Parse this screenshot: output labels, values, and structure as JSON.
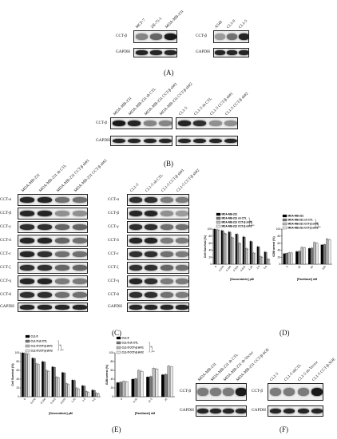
{
  "panels": [
    {
      "id": "A",
      "letter": "(A)",
      "blots": [
        {
          "lanes": [
            "MCF-7",
            "ZR-75-1",
            "MDA-MB-231"
          ],
          "rows": [
            {
              "label": "CCT-β",
              "bands": [
                0.45,
                0.6,
                0.95
              ]
            },
            {
              "label": "GAPDH",
              "bands": [
                0.9,
                0.9,
                0.9
              ]
            }
          ]
        },
        {
          "lanes": [
            "A549",
            "CL1-0",
            "CL1-5"
          ],
          "rows": [
            {
              "label": "CCT-β",
              "bands": [
                0.35,
                0.55,
                0.9
              ]
            },
            {
              "label": "GAPDH",
              "bands": [
                0.9,
                0.9,
                0.9
              ]
            }
          ]
        }
      ]
    },
    {
      "id": "B",
      "letter": "(B)",
      "blots": [
        {
          "lanes": [
            "MDA-MB-231",
            "MDA-MB-231 sh CTL",
            "MDA-MB-231 CCT-β sh#1",
            "MDA-MB-231 CCT-β sh#2"
          ],
          "rows": [
            {
              "label": "CCT-β",
              "bands": [
                0.95,
                0.9,
                0.45,
                0.45
              ]
            },
            {
              "label": "GAPDH",
              "bands": [
                0.9,
                0.9,
                0.9,
                0.9
              ]
            }
          ]
        },
        {
          "lanes": [
            "CL1-5",
            "CL1-5 sh CTL",
            "CL1-5 CCT-β sh#1",
            "CL1-5 CCT-β sh#2"
          ],
          "rows": [
            {
              "label": "CCT-β",
              "bands": [
                0.9,
                0.85,
                0.4,
                0.4
              ]
            },
            {
              "label": "GAPDH",
              "bands": [
                0.9,
                0.9,
                0.9,
                0.9
              ]
            }
          ]
        }
      ]
    },
    {
      "id": "C",
      "letter": "(C)",
      "blots": [
        {
          "lanes": [
            "MDA-MB-231",
            "MDA-MB-231 sh CTL",
            "MDA-MB-231 CCT-β sh#1",
            "MDA-MB-231 CCT-β sh#2"
          ],
          "rows": [
            {
              "label": "CCT-α",
              "bands": [
                0.9,
                0.9,
                0.55,
                0.55
              ]
            },
            {
              "label": "CCT-β",
              "bands": [
                0.9,
                0.9,
                0.4,
                0.4
              ]
            },
            {
              "label": "CCT-γ",
              "bands": [
                0.85,
                0.85,
                0.6,
                0.6
              ]
            },
            {
              "label": "CCT-δ",
              "bands": [
                0.9,
                0.9,
                0.6,
                0.55
              ]
            },
            {
              "label": "CCT-ε",
              "bands": [
                0.9,
                0.85,
                0.55,
                0.55
              ]
            },
            {
              "label": "CCT-ζ",
              "bands": [
                0.85,
                0.85,
                0.6,
                0.6
              ]
            },
            {
              "label": "CCT-η",
              "bands": [
                0.9,
                0.9,
                0.5,
                0.5
              ]
            },
            {
              "label": "CCT-θ",
              "bands": [
                0.85,
                0.85,
                0.55,
                0.55
              ]
            },
            {
              "label": "GAPDH",
              "bands": [
                0.9,
                0.9,
                0.9,
                0.9
              ]
            }
          ]
        },
        {
          "lanes": [
            "CL1-5",
            "CL1-5 sh CTL",
            "CL1-5 CCT-β sh#1",
            "CL1-5 CCT-β sh#2"
          ],
          "rows": [
            {
              "label": "CCT-α",
              "bands": [
                0.85,
                0.85,
                0.5,
                0.5
              ]
            },
            {
              "label": "CCT-β",
              "bands": [
                0.9,
                0.9,
                0.4,
                0.35
              ]
            },
            {
              "label": "CCT-γ",
              "bands": [
                0.85,
                0.85,
                0.55,
                0.55
              ]
            },
            {
              "label": "CCT-δ",
              "bands": [
                0.9,
                0.9,
                0.5,
                0.5
              ]
            },
            {
              "label": "CCT-ε",
              "bands": [
                0.85,
                0.85,
                0.55,
                0.5
              ]
            },
            {
              "label": "CCT-ζ",
              "bands": [
                0.85,
                0.85,
                0.6,
                0.55
              ]
            },
            {
              "label": "CCT-η",
              "bands": [
                0.9,
                0.85,
                0.5,
                0.5
              ]
            },
            {
              "label": "CCT-θ",
              "bands": [
                0.85,
                0.85,
                0.55,
                0.5
              ]
            },
            {
              "label": "GAPDH",
              "bands": [
                0.9,
                0.9,
                0.9,
                0.9
              ]
            }
          ]
        }
      ]
    },
    {
      "id": "F",
      "letter": "(F)",
      "blots": [
        {
          "lanes": [
            "MDA-MB-231",
            "MDA-MB-231 sh CTL",
            "MDA-MB-231 sh-Vector",
            "MDA-MB-231 CCT-β-SOE"
          ],
          "rows": [
            {
              "label": "CCT-β",
              "bands": [
                0.5,
                0.5,
                0.5,
                0.95
              ]
            },
            {
              "label": "GAPDH",
              "bands": [
                0.9,
                0.9,
                0.9,
                0.9
              ]
            }
          ]
        },
        {
          "lanes": [
            "CL1-5",
            "CL1-5 shCTL",
            "CL1-5 sh-Vector",
            "CL1-5 CCT-β-SOE"
          ],
          "rows": [
            {
              "label": "CCT-β",
              "bands": [
                0.5,
                0.5,
                0.5,
                0.95
              ]
            },
            {
              "label": "GAPDH",
              "bands": [
                0.9,
                0.9,
                0.9,
                0.9
              ]
            }
          ]
        }
      ]
    }
  ],
  "letters": {
    "D": "(D)",
    "E": "(E)"
  },
  "chart_data": [
    {
      "id": "D-survival",
      "type": "bar",
      "ylabel": "Cell Survival (%)",
      "xlabel": "[Doxorubicin] μM",
      "categories": [
        "0",
        "0.078",
        "0.156",
        "0.313",
        "0.625",
        "1.25",
        "2.5",
        "5.0"
      ],
      "ylim": [
        0,
        100
      ],
      "yticks": [
        0,
        20,
        40,
        60,
        80,
        100
      ],
      "series": [
        {
          "name": "MDA-MB-231",
          "values": [
            100,
            96,
            92,
            86,
            78,
            65,
            50,
            35
          ],
          "color": "#000000"
        },
        {
          "name": "MDA-MB-231 sh CTL",
          "values": [
            99,
            95,
            91,
            85,
            77,
            64,
            49,
            34
          ],
          "color": "#7a7a7a"
        },
        {
          "name": "MDA-MB-231 CCT-β sh#1",
          "values": [
            98,
            88,
            76,
            60,
            45,
            32,
            22,
            15
          ],
          "color": "#bcbcbc"
        },
        {
          "name": "MDA-MB-231 CCT-β sh#2",
          "values": [
            97,
            86,
            74,
            58,
            43,
            30,
            20,
            13
          ],
          "color": "#e8e8e8"
        }
      ],
      "significance": [
        "**",
        "**"
      ]
    },
    {
      "id": "D-g2m",
      "type": "bar",
      "ylabel": "G2M arrest (%)",
      "xlabel": "[Paclitaxel] nM",
      "categories": [
        "0",
        "25",
        "50",
        "100"
      ],
      "ylim": [
        0,
        100
      ],
      "yticks": [
        0,
        20,
        40,
        60,
        80,
        100
      ],
      "series": [
        {
          "name": "MDA-MB-231",
          "values": [
            30,
            36,
            45,
            55
          ],
          "color": "#000000"
        },
        {
          "name": "MDA-MB-231 sh CTL",
          "values": [
            31,
            37,
            46,
            56
          ],
          "color": "#7a7a7a"
        },
        {
          "name": "MDA-MB-231 CCT-β sh#1",
          "values": [
            33,
            48,
            62,
            72
          ],
          "color": "#bcbcbc"
        },
        {
          "name": "MDA-MB-231 CCT-β sh#2",
          "values": [
            32,
            47,
            60,
            70
          ],
          "color": "#e8e8e8"
        }
      ],
      "significance": [
        "**",
        "**"
      ]
    },
    {
      "id": "E-survival",
      "type": "bar",
      "ylabel": "Cell Survival (%)",
      "xlabel": "[Doxorubicin] μM",
      "categories": [
        "0",
        "0.078",
        "0.156",
        "0.313",
        "0.625",
        "1.25",
        "2.5",
        "5.0"
      ],
      "ylim": [
        0,
        100
      ],
      "yticks": [
        0,
        20,
        40,
        60,
        80,
        100
      ],
      "series": [
        {
          "name": "CL1-5",
          "values": [
            100,
            88,
            80,
            68,
            55,
            38,
            25,
            15
          ],
          "color": "#000000"
        },
        {
          "name": "CL1-5 sh CTL",
          "values": [
            99,
            87,
            79,
            67,
            54,
            37,
            24,
            14
          ],
          "color": "#7a7a7a"
        },
        {
          "name": "CL1-5 CCT-β sh#1",
          "values": [
            98,
            75,
            60,
            45,
            30,
            20,
            12,
            8
          ],
          "color": "#bcbcbc"
        },
        {
          "name": "CL1-5 CCT-β sh#2",
          "values": [
            97,
            73,
            58,
            43,
            28,
            18,
            10,
            7
          ],
          "color": "#e8e8e8"
        }
      ],
      "significance": [
        "**",
        "**"
      ]
    },
    {
      "id": "E-g2m",
      "type": "bar",
      "ylabel": "G2M arrest (%)",
      "xlabel": "[Paclitaxel] nM",
      "categories": [
        "0",
        "6.25",
        "12.5",
        "25"
      ],
      "ylim": [
        0,
        100
      ],
      "yticks": [
        0,
        20,
        40,
        60,
        80,
        100
      ],
      "series": [
        {
          "name": "CL1-5",
          "values": [
            32,
            40,
            45,
            50
          ],
          "color": "#000000"
        },
        {
          "name": "CL1-5 sh CTL",
          "values": [
            33,
            41,
            46,
            51
          ],
          "color": "#7a7a7a"
        },
        {
          "name": "CL1-5 CCT-β sh#1",
          "values": [
            35,
            60,
            65,
            70
          ],
          "color": "#bcbcbc"
        },
        {
          "name": "CL1-5 CCT-β sh#2",
          "values": [
            34,
            58,
            63,
            68
          ],
          "color": "#e8e8e8"
        }
      ],
      "significance": [
        "**",
        "**"
      ]
    }
  ]
}
